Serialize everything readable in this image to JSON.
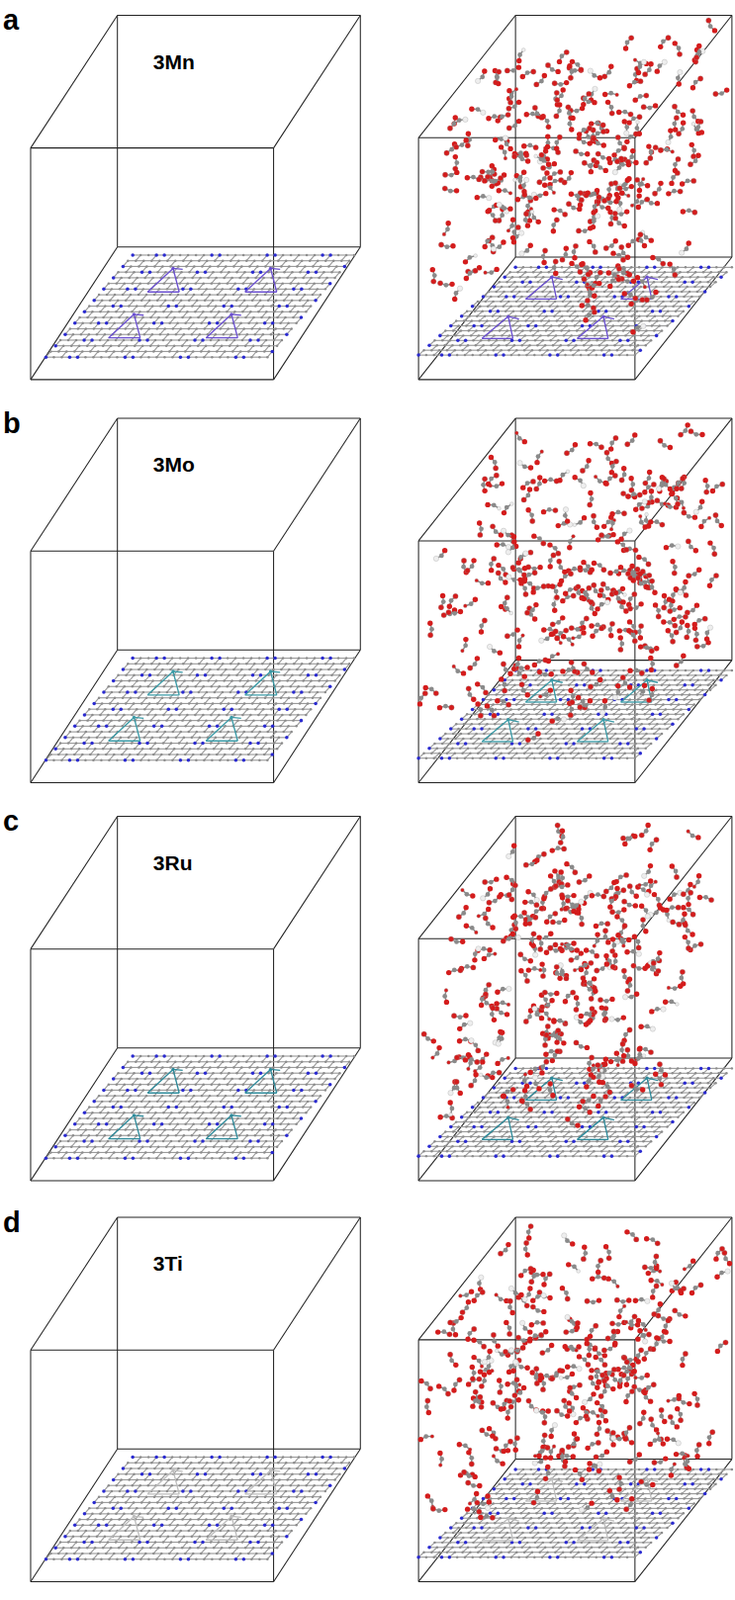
{
  "diagram": {
    "labels": [
      "a",
      "3Mn",
      "b",
      "3Mo",
      "c",
      "3Ru",
      "d",
      "3Ti"
    ]
  }
}
